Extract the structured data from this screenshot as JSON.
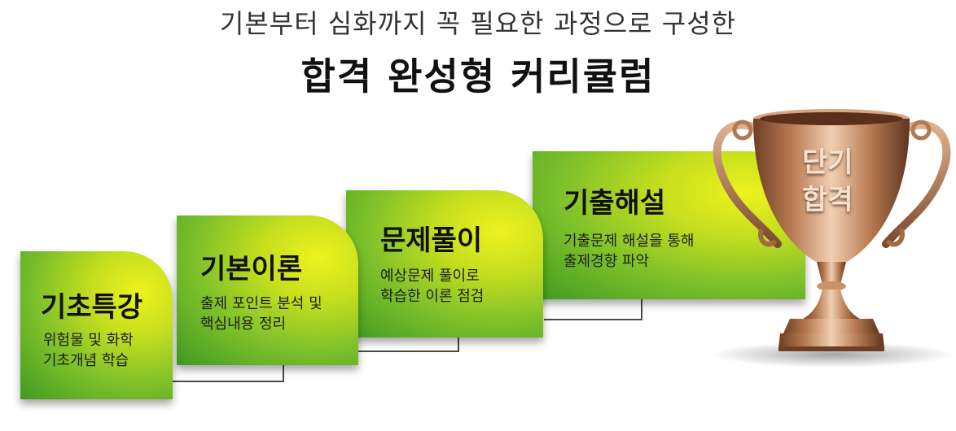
{
  "header": {
    "subtitle": "기본부터 심화까지 꼭 필요한 과정으로 구성한",
    "title": "합격 완성형 커리큘럼"
  },
  "steps": [
    {
      "title": "기초특강",
      "desc_line1": "위험물 및 화학",
      "desc_line2": "기초개념 학습"
    },
    {
      "title": "기본이론",
      "desc_line1": "출제 포인트 분석 및",
      "desc_line2": "핵심내용 정리"
    },
    {
      "title": "문제풀이",
      "desc_line1": "예상문제 풀이로",
      "desc_line2": "학습한 이론 점검"
    },
    {
      "title": "기출해설",
      "desc_line1": "기출문제 해설을 통해",
      "desc_line2": "출제경향 파악"
    }
  ],
  "trophy": {
    "line1": "단기",
    "line2": "합격"
  },
  "colors": {
    "step_light": "#eef21f",
    "step_dark": "#3f9a22",
    "trophy_gold": "#c8956a",
    "trophy_dark": "#7a4a2c"
  }
}
